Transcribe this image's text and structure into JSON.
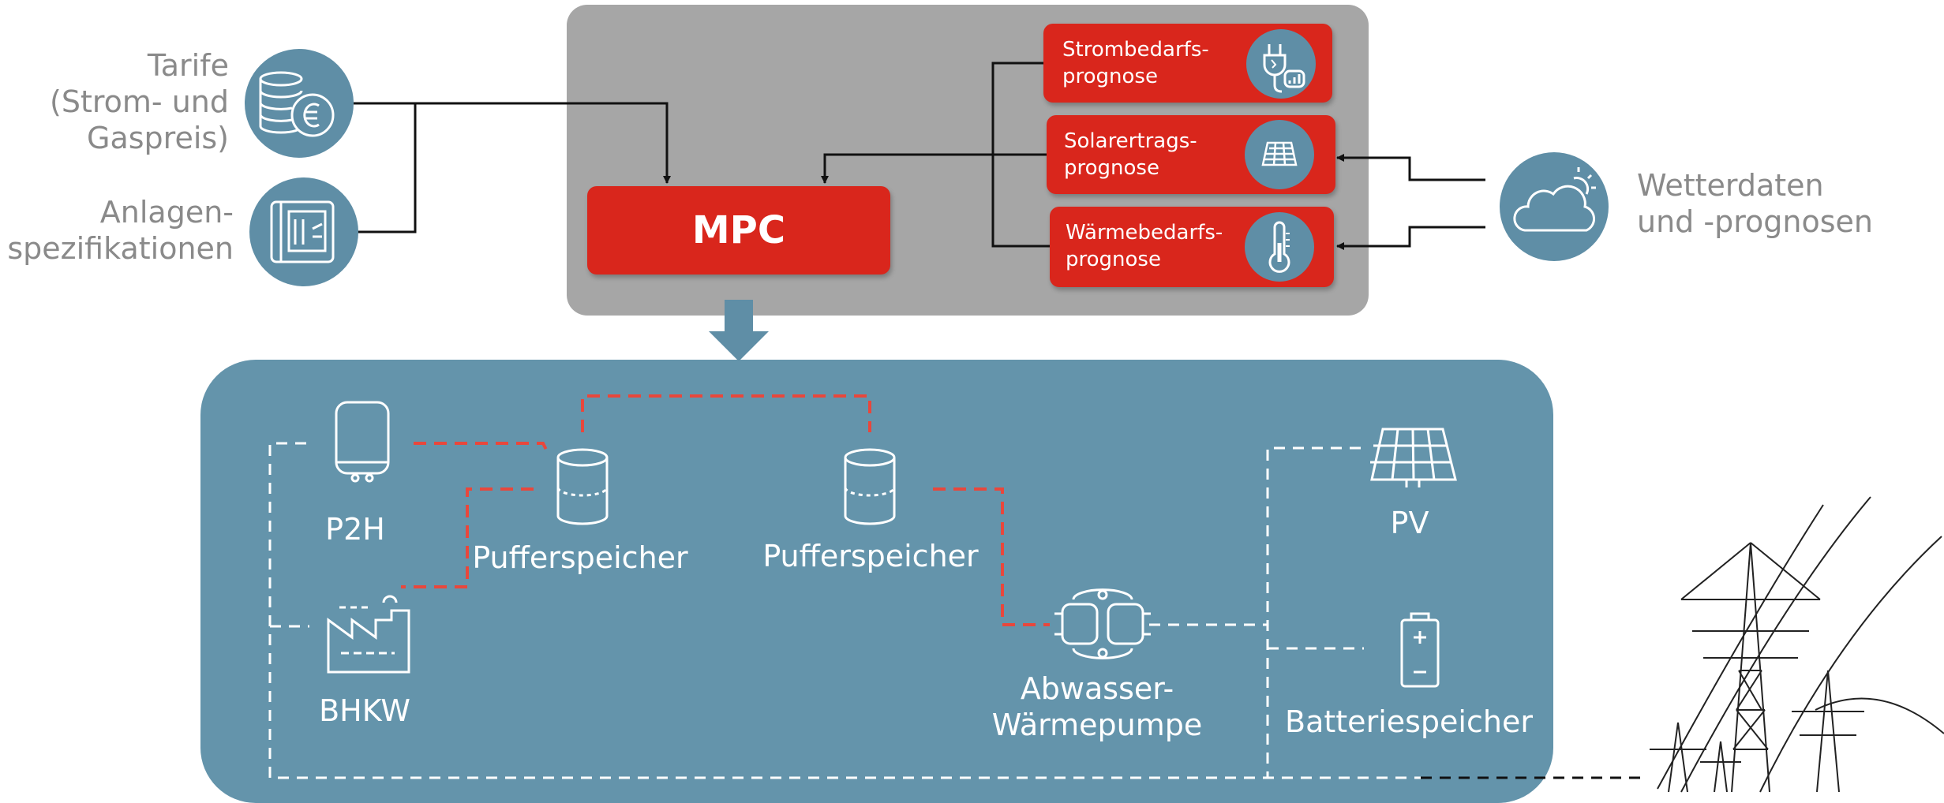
{
  "inputs": {
    "tariff_label": [
      "Tarife",
      "(Strom- und",
      "Gaspreis)"
    ],
    "specs_label": [
      "Anlagen-",
      "spezifikationen"
    ],
    "weather_label": [
      "Wetterdaten",
      "und -prognosen"
    ]
  },
  "controller": {
    "mpc_label": "MPC",
    "forecasts": [
      {
        "label": [
          "Strombedarfs-",
          "prognose"
        ],
        "icon": "plug-icon"
      },
      {
        "label": [
          "Solarertrags-",
          "prognose"
        ],
        "icon": "solar-panel-icon"
      },
      {
        "label": [
          "Wärmebedarfs-",
          "prognose"
        ],
        "icon": "thermometer-icon"
      }
    ]
  },
  "plant": {
    "p2h": "P2H",
    "bhkw": "BHKW",
    "buffer_1": "Pufferspeicher",
    "buffer_2": "Pufferspeicher",
    "heat_pump": [
      "Abwasser-",
      "Wärmepumpe"
    ],
    "pv": "PV",
    "battery": "Batteriespeicher"
  },
  "colors": {
    "red": "#d9261c",
    "grey_panel": "#a6a6a6",
    "plant_blue": "#6494ab",
    "icon_blue": "#5f8ea6",
    "label_grey": "#8a8a8a",
    "heat_line": "#e8473c"
  }
}
